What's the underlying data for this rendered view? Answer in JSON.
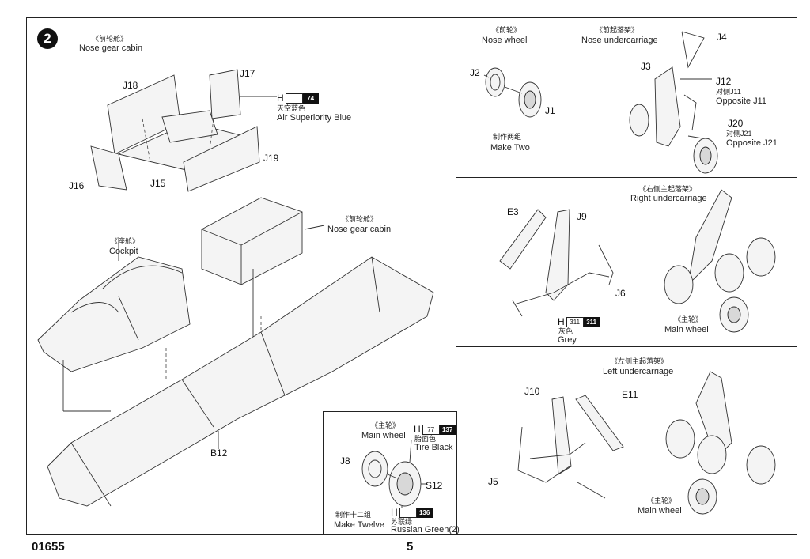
{
  "step": "2",
  "footer": {
    "code": "01655",
    "page": "5"
  },
  "main": {
    "nose_gear_cabin_top": {
      "cn": "《前轮舱》",
      "en": "Nose gear cabin"
    },
    "nose_gear_cabin_mid": {
      "cn": "《前轮舱》",
      "en": "Nose gear cabin"
    },
    "cockpit": {
      "cn": "《座舱》",
      "en": "Cockpit"
    },
    "parts": {
      "j18": "J18",
      "j17": "J17",
      "j16": "J16",
      "j15": "J15",
      "j19": "J19",
      "b12": "B12"
    },
    "paint": {
      "h": "H",
      "box": "",
      "code": "74",
      "cn": "天空蓝色",
      "en": "Air Superiority Blue"
    }
  },
  "nose_wheel": {
    "cn": "《前轮》",
    "en": "Nose wheel",
    "j2": "J2",
    "j1": "J1",
    "make_cn": "制作两组",
    "make_en": "Make Two"
  },
  "nose_undercarriage": {
    "cn": "《前起落架》",
    "en": "Nose undercarriage",
    "j4": "J4",
    "j3": "J3",
    "j12": "J12",
    "j11_cn": "对侧J11",
    "j11_en": "Opposite J11",
    "j20": "J20",
    "j21_cn": "对侧J21",
    "j21_en": "Opposite J21"
  },
  "right_undercarriage": {
    "cn": "《右侧主起落架》",
    "en": "Right undercarriage",
    "e3": "E3",
    "j9": "J9",
    "j6": "J6",
    "paint": {
      "h": "H",
      "box": "311",
      "code": "311",
      "cn": "灰色",
      "en": "Grey"
    },
    "main_wheel_cn": "《主轮》",
    "main_wheel_en": "Main wheel"
  },
  "left_undercarriage": {
    "cn": "《左侧主起落架》",
    "en": "Left undercarriage",
    "j10": "J10",
    "e11": "E11",
    "j5": "J5",
    "main_wheel_cn": "《主轮》",
    "main_wheel_en": "Main wheel"
  },
  "main_wheel_box": {
    "cn": "《主轮》",
    "en": "Main wheel",
    "paint1": {
      "h": "H",
      "box": "77",
      "code": "137",
      "cn": "胎面色",
      "en": "Tire Black"
    },
    "j8": "J8",
    "s12": "S12",
    "paint2": {
      "h": "H",
      "box": "",
      "code": "136",
      "cn": "苏联绿",
      "en": "Russian Green(2)"
    },
    "make_cn": "制作十二组",
    "make_en": "Make Twelve"
  }
}
